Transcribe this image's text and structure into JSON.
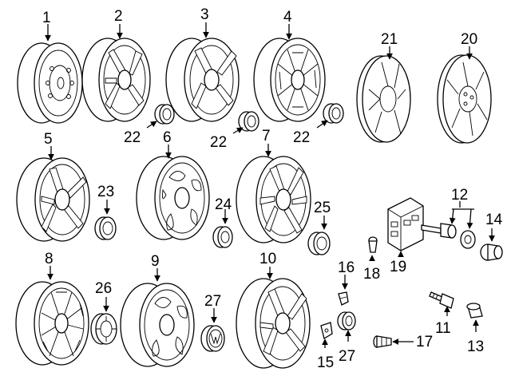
{
  "callouts": {
    "c1": "1",
    "c2": "2",
    "c3": "3",
    "c4": "4",
    "c5": "5",
    "c6": "6",
    "c7": "7",
    "c8": "8",
    "c9": "9",
    "c10": "10",
    "c11": "11",
    "c12": "12",
    "c13": "13",
    "c14": "14",
    "c15": "15",
    "c16": "16",
    "c17": "17",
    "c18": "18",
    "c19": "19",
    "c20": "20",
    "c21": "21",
    "c22a": "22",
    "c22b": "22",
    "c22c": "22",
    "c23": "23",
    "c24": "24",
    "c25": "25",
    "c26": "26",
    "c27a": "27",
    "c27b": "27"
  },
  "colors": {
    "line": "#000000",
    "background": "#ffffff"
  }
}
